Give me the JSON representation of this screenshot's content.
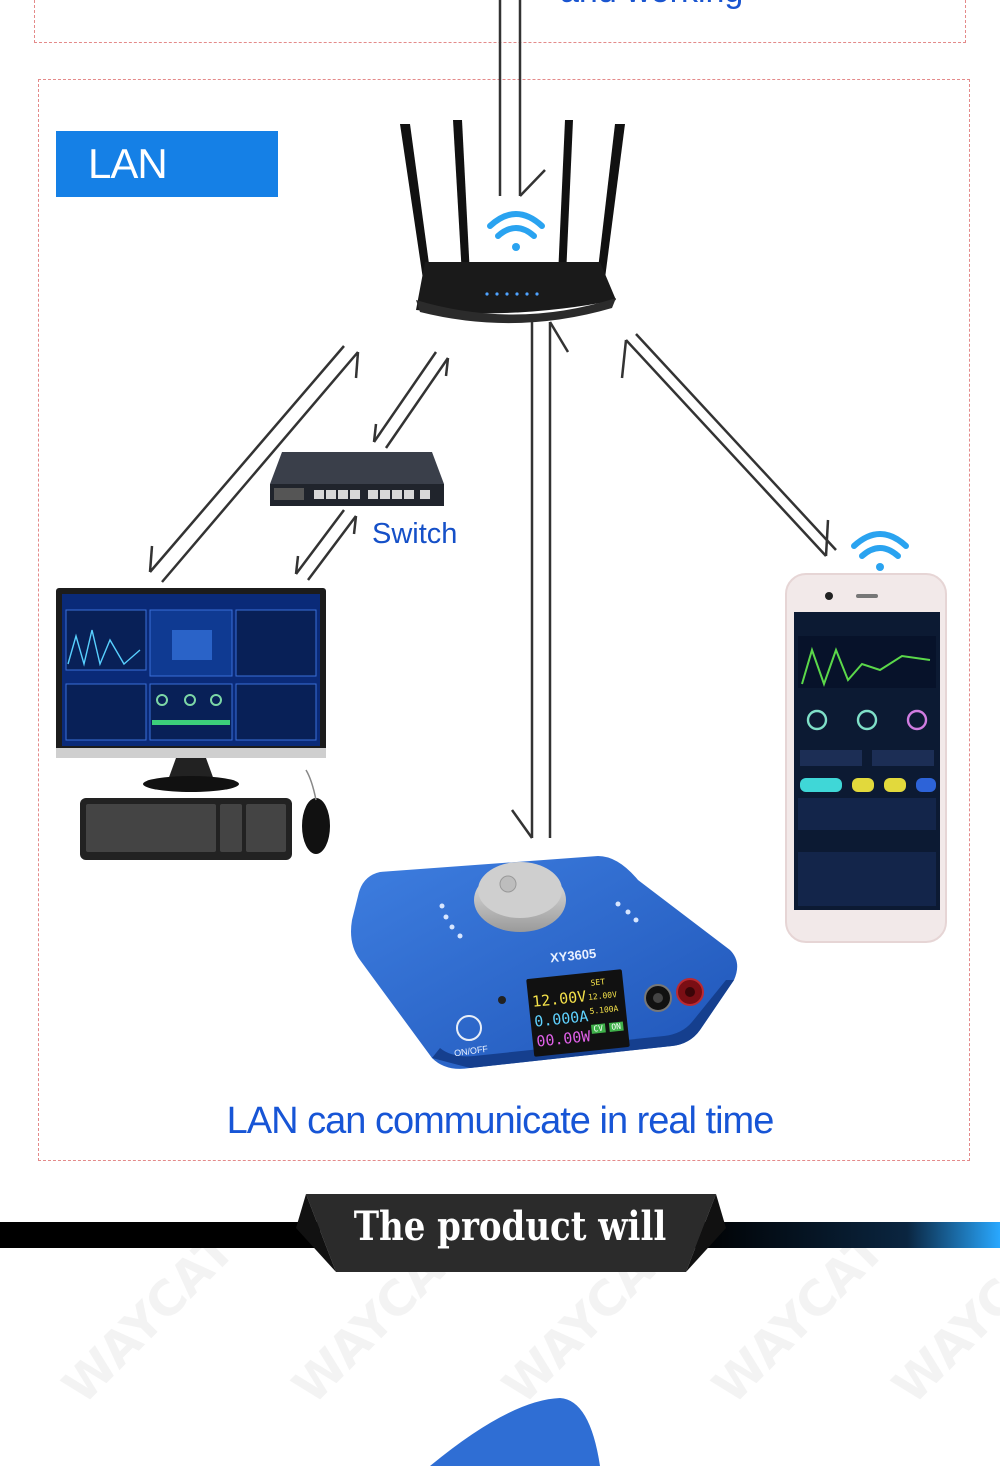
{
  "top_section": {
    "partial_caption": "and working"
  },
  "lan_section": {
    "label": "LAN",
    "switch_label": "Switch",
    "caption": "LAN can communicate in real time"
  },
  "device": {
    "model": "XY3605",
    "power_label": "ON/OFF",
    "readouts": [
      "12.00V",
      "0.000A",
      "00.00W"
    ],
    "set_label": "SET",
    "set_values": [
      "12.00V",
      "5.100A"
    ],
    "mode_badges": [
      "CV",
      "ON"
    ]
  },
  "banner": {
    "title": "The product will"
  },
  "watermark": {
    "text": "WAYCAT"
  },
  "colors": {
    "accent_blue": "#1580e6",
    "dash_red": "#e48a8a",
    "caption_blue": "#1755d6",
    "banner_dark": "#2b2b2b"
  }
}
